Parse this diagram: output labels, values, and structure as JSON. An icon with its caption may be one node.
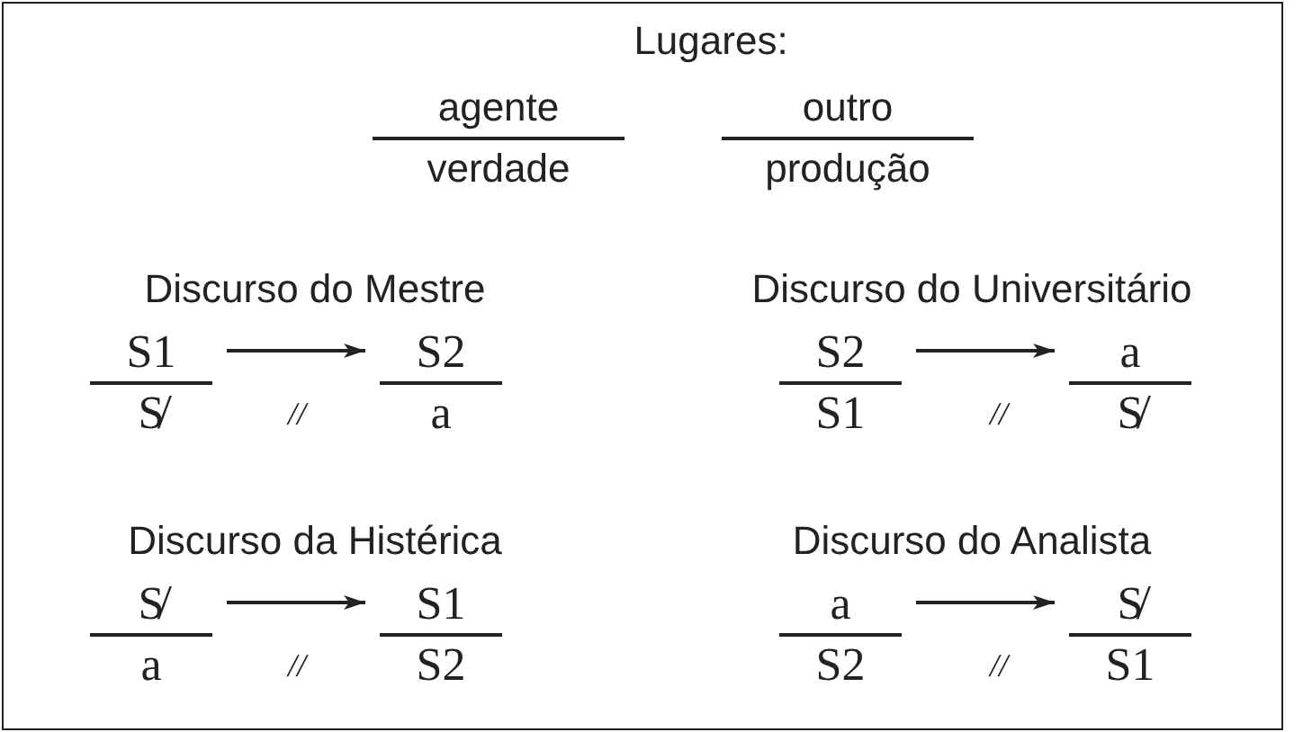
{
  "diagram": {
    "nodes": [
      {
        "text": [
          "agente",
          "verdade"
        ]
      },
      {
        "text": [
          "outro",
          "produção"
        ]
      },
      {
        "text": [
          "S1",
          "S̸"
        ]
      },
      {
        "text": [
          "S2",
          "a"
        ]
      },
      {
        "text": [
          "S2",
          "S1"
        ]
      },
      {
        "text": [
          "a",
          "S̸"
        ]
      },
      {
        "text": [
          "S̸",
          "a"
        ]
      },
      {
        "text": [
          "S1",
          "S2"
        ]
      },
      {
        "text": [
          "a",
          "S2"
        ]
      },
      {
        "text": [
          "S̸",
          "S1"
        ]
      }
    ],
    "edges": [
      {
        "from": 2,
        "to": 3,
        "arrow": "to"
      },
      {
        "from": 4,
        "to": 5,
        "arrow": "to"
      },
      {
        "from": 6,
        "to": 7,
        "arrow": "to"
      },
      {
        "from": 8,
        "to": 9,
        "arrow": "to"
      }
    ],
    "labels": [
      "Lugares:",
      "Discurso do Mestre",
      "Discurso do Universitário",
      "//",
      "//",
      "Discurso da Histérica",
      "Discurso do Analista",
      "//",
      "//"
    ]
  }
}
